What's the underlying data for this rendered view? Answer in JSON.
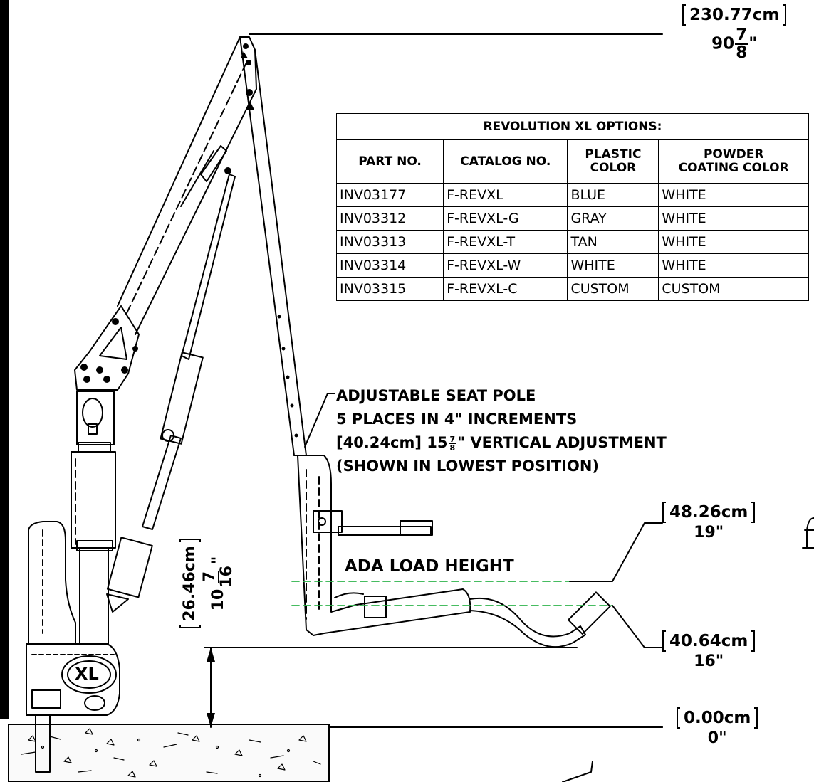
{
  "top_dimension": {
    "cm": "230.77cm",
    "inch_whole": "90",
    "inch_num": "7",
    "inch_den": "8",
    "inch_mark": "\""
  },
  "options_table": {
    "title": "REVOLUTION XL OPTIONS:",
    "headers": [
      "PART NO.",
      "CATALOG NO.",
      "PLASTIC COLOR",
      "POWDER COATING COLOR"
    ],
    "header_lines": [
      [
        "PART NO."
      ],
      [
        "CATALOG NO."
      ],
      [
        "PLASTIC",
        "COLOR"
      ],
      [
        "POWDER",
        "COATING COLOR"
      ]
    ],
    "rows": [
      [
        "INV03177",
        "F-REVXL",
        "BLUE",
        "WHITE"
      ],
      [
        "INV03312",
        "F-REVXL-G",
        "GRAY",
        "WHITE"
      ],
      [
        "INV03313",
        "F-REVXL-T",
        "TAN",
        "WHITE"
      ],
      [
        "INV03314",
        "F-REVXL-W",
        "WHITE",
        "WHITE"
      ],
      [
        "INV03315",
        "F-REVXL-C",
        "CUSTOM",
        "CUSTOM"
      ]
    ]
  },
  "seat_pole_note": {
    "line1": "ADJUSTABLE SEAT POLE",
    "line2": "5 PLACES IN 4\" INCREMENTS",
    "line3_prefix": "[40.24cm] 15",
    "line3_num": "7",
    "line3_den": "8",
    "line3_suffix": "\" VERTICAL ADJUSTMENT",
    "line4": "(SHOWN IN LOWEST POSITION)"
  },
  "ada_label": "ADA LOAD HEIGHT",
  "dim_48": {
    "cm": "48.26cm",
    "inch": "19\""
  },
  "dim_40": {
    "cm": "40.64cm",
    "inch": "16\""
  },
  "dim_0": {
    "cm": "0.00cm",
    "inch": "0\""
  },
  "dim_vertical": {
    "cm": "26.46cm",
    "inch_whole": "10",
    "inch_num": "7",
    "inch_den": "16",
    "inch_mark": "\""
  },
  "colors": {
    "line": "#000000",
    "ada_dash": "#2db34a",
    "background": "#ffffff"
  }
}
